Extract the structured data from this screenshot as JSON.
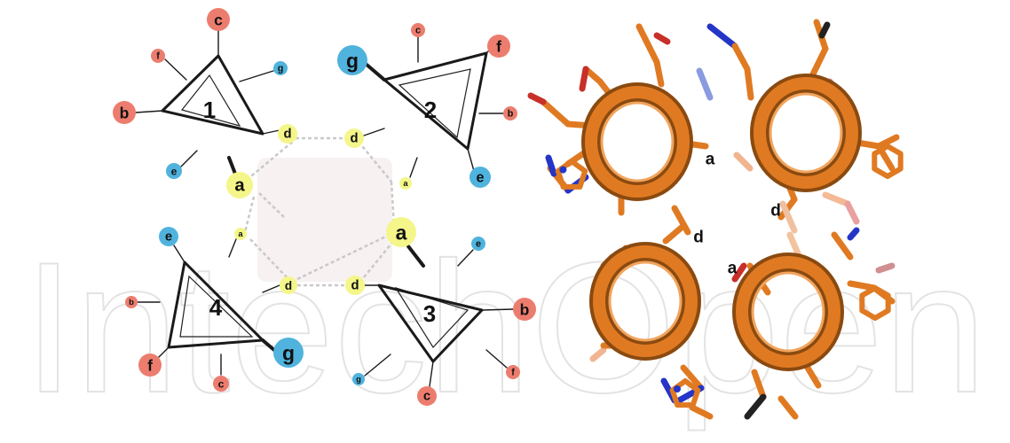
{
  "watermark": "IntechOpen",
  "colors": {
    "heptad_a": "#f4f68a",
    "heptad_d": "#f4f68a",
    "heptad_b": "#ec7d6e",
    "heptad_c": "#ec7d6e",
    "heptad_f": "#ec7d6e",
    "heptad_e": "#4fb3dd",
    "heptad_g": "#4fb3dd",
    "helix_orange": "#e07a22",
    "nitrogen_blue": "#2435c8",
    "oxygen_red": "#c8302a"
  },
  "helical_wheels": [
    {
      "number": "1",
      "labels": {
        "a": "a",
        "b": "b",
        "c": "c",
        "d": "d",
        "e": "e",
        "f": "f",
        "g": "g"
      }
    },
    {
      "number": "2",
      "labels": {
        "a": "a",
        "b": "b",
        "c": "c",
        "d": "d",
        "e": "e",
        "f": "f",
        "g": "g"
      }
    },
    {
      "number": "3",
      "labels": {
        "a": "a",
        "b": "b",
        "c": "c",
        "d": "d",
        "e": "e",
        "f": "f",
        "g": "g"
      }
    },
    {
      "number": "4",
      "labels": {
        "a": "a",
        "b": "b",
        "c": "c",
        "d": "d",
        "e": "e",
        "f": "f",
        "g": "g"
      }
    }
  ],
  "structure_labels": [
    "a",
    "d",
    "d",
    "a"
  ]
}
